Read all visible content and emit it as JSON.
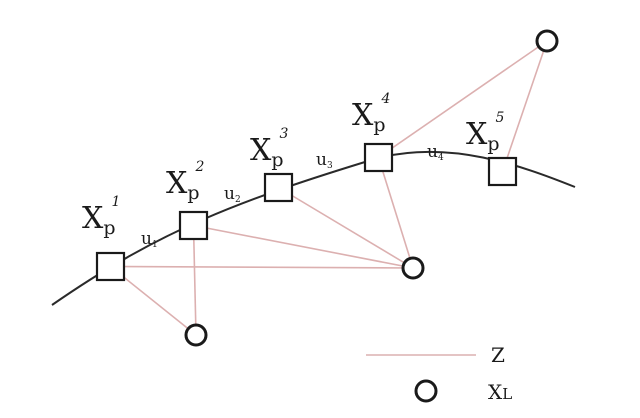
{
  "poses": [
    {
      "id": "pose-1",
      "letter": "X",
      "sub": "p",
      "sup": "1"
    },
    {
      "id": "pose-2",
      "letter": "X",
      "sub": "p",
      "sup": "2"
    },
    {
      "id": "pose-3",
      "letter": "X",
      "sub": "p",
      "sup": "3"
    },
    {
      "id": "pose-4",
      "letter": "X",
      "sub": "p",
      "sup": "4"
    },
    {
      "id": "pose-5",
      "letter": "X",
      "sub": "p",
      "sup": "5"
    }
  ],
  "odometry": [
    {
      "base": "u",
      "sub": "1"
    },
    {
      "base": "u",
      "sub": "2"
    },
    {
      "base": "u",
      "sub": "3"
    },
    {
      "base": "u",
      "sub": "4"
    }
  ],
  "landmarks": [
    "landmark-top",
    "landmark-mid",
    "landmark-low"
  ],
  "observations": [
    [
      "pose-1",
      "landmark-low"
    ],
    [
      "pose-2",
      "landmark-low"
    ],
    [
      "pose-1",
      "landmark-mid"
    ],
    [
      "pose-2",
      "landmark-mid"
    ],
    [
      "pose-3",
      "landmark-mid"
    ],
    [
      "pose-4",
      "landmark-mid"
    ],
    [
      "pose-4",
      "landmark-top"
    ],
    [
      "pose-5",
      "landmark-top"
    ]
  ],
  "legend": {
    "observation_label": "Z",
    "landmark_label": "X",
    "landmark_label_sub": "L"
  },
  "colors": {
    "trajectory": "#2a2a2a",
    "observation_line": "#dcb0b0",
    "marker_stroke": "#1a1a1a"
  }
}
